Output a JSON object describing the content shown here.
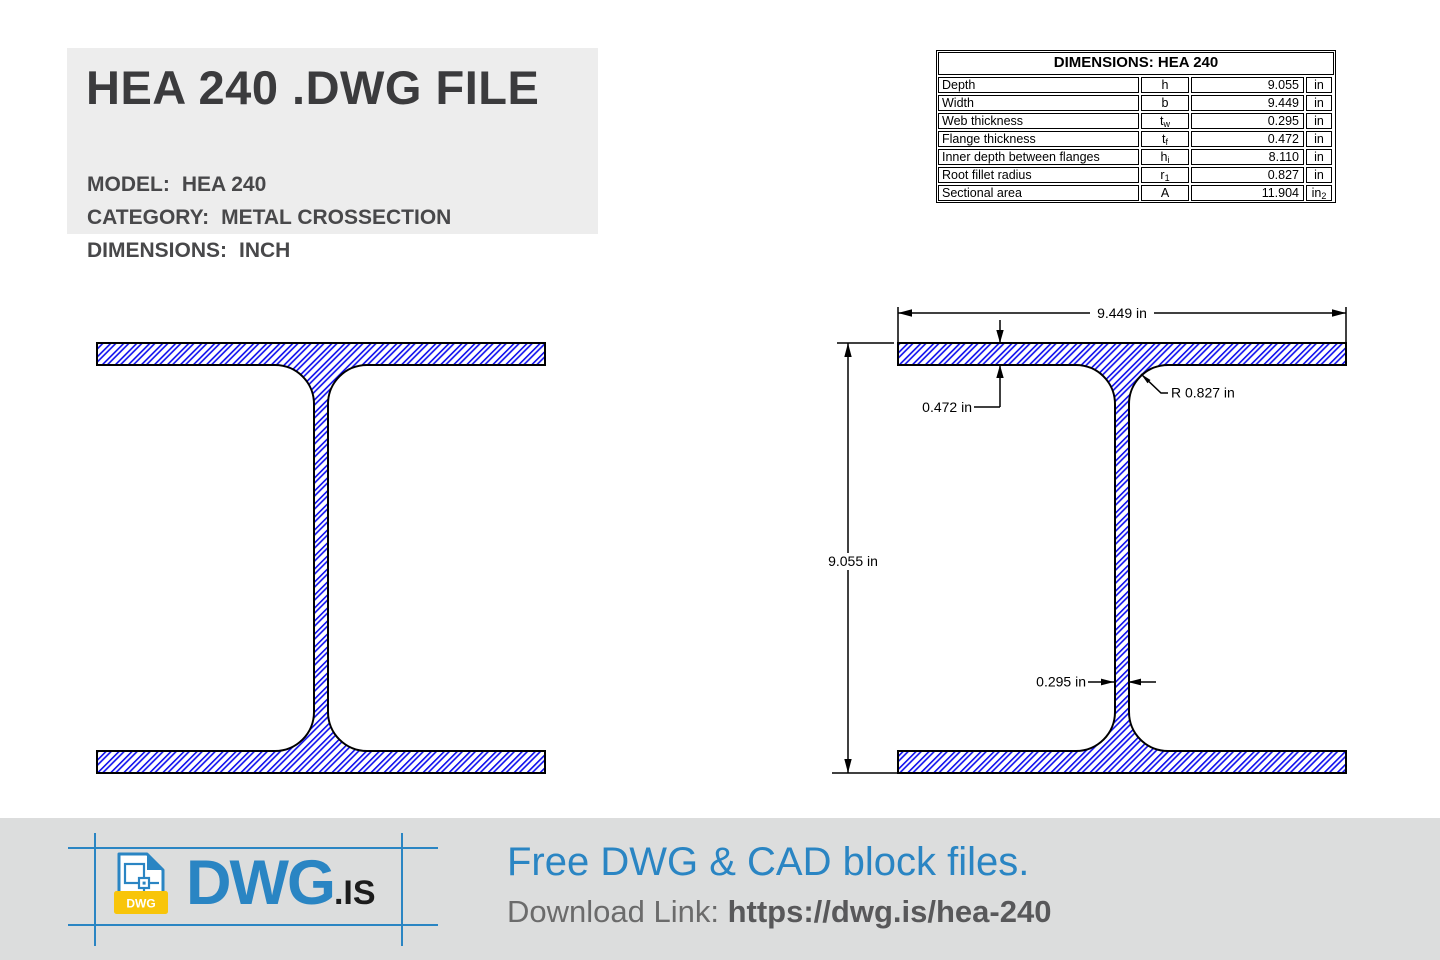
{
  "title_block": {
    "title": "HEA 240 .DWG FILE",
    "lines": [
      {
        "label": "MODEL:",
        "value": "HEA 240"
      },
      {
        "label": "CATEGORY:",
        "value": "METAL CROSSECTION"
      },
      {
        "label": "DIMENSIONS:",
        "value": "INCH"
      }
    ]
  },
  "dimensions_table": {
    "title": "DIMENSIONS: HEA 240",
    "rows": [
      {
        "name": "Depth",
        "symbol": "h",
        "symbol_sub": "",
        "value": "9.055",
        "unit": "in",
        "unit_sub": ""
      },
      {
        "name": "Width",
        "symbol": "b",
        "symbol_sub": "",
        "value": "9.449",
        "unit": "in",
        "unit_sub": ""
      },
      {
        "name": "Web thickness",
        "symbol": "t",
        "symbol_sub": "w",
        "value": "0.295",
        "unit": "in",
        "unit_sub": ""
      },
      {
        "name": "Flange thickness",
        "symbol": "t",
        "symbol_sub": "f",
        "value": "0.472",
        "unit": "in",
        "unit_sub": ""
      },
      {
        "name": "Inner depth between flanges",
        "symbol": "h",
        "symbol_sub": "i",
        "value": "8.110",
        "unit": "in",
        "unit_sub": ""
      },
      {
        "name": "Root fillet radius",
        "symbol": "r",
        "symbol_sub": "1",
        "value": "0.827",
        "unit": "in",
        "unit_sub": ""
      },
      {
        "name": "Sectional area",
        "symbol": "A",
        "symbol_sub": "",
        "value": "11.904",
        "unit": "in",
        "unit_sub": "2"
      }
    ]
  },
  "drawing": {
    "width_label": "9.449 in",
    "depth_label": "9.055 in",
    "flange_label": "0.472 in",
    "radius_label": "R 0.827 in",
    "web_label": "0.295 in",
    "hatch_color": "#0b0bee",
    "outline_color": "#000000"
  },
  "footer": {
    "logo_text": "DWG",
    "logo_suffix": ".IS",
    "logo_badge": "DWG",
    "tagline": "Free DWG & CAD block files.",
    "download_label": "Download Link:",
    "download_url": "https://dwg.is/hea-240",
    "brand_blue": "#2a85c3",
    "badge_yellow": "#f8c50a",
    "background": "#dcdddd"
  }
}
